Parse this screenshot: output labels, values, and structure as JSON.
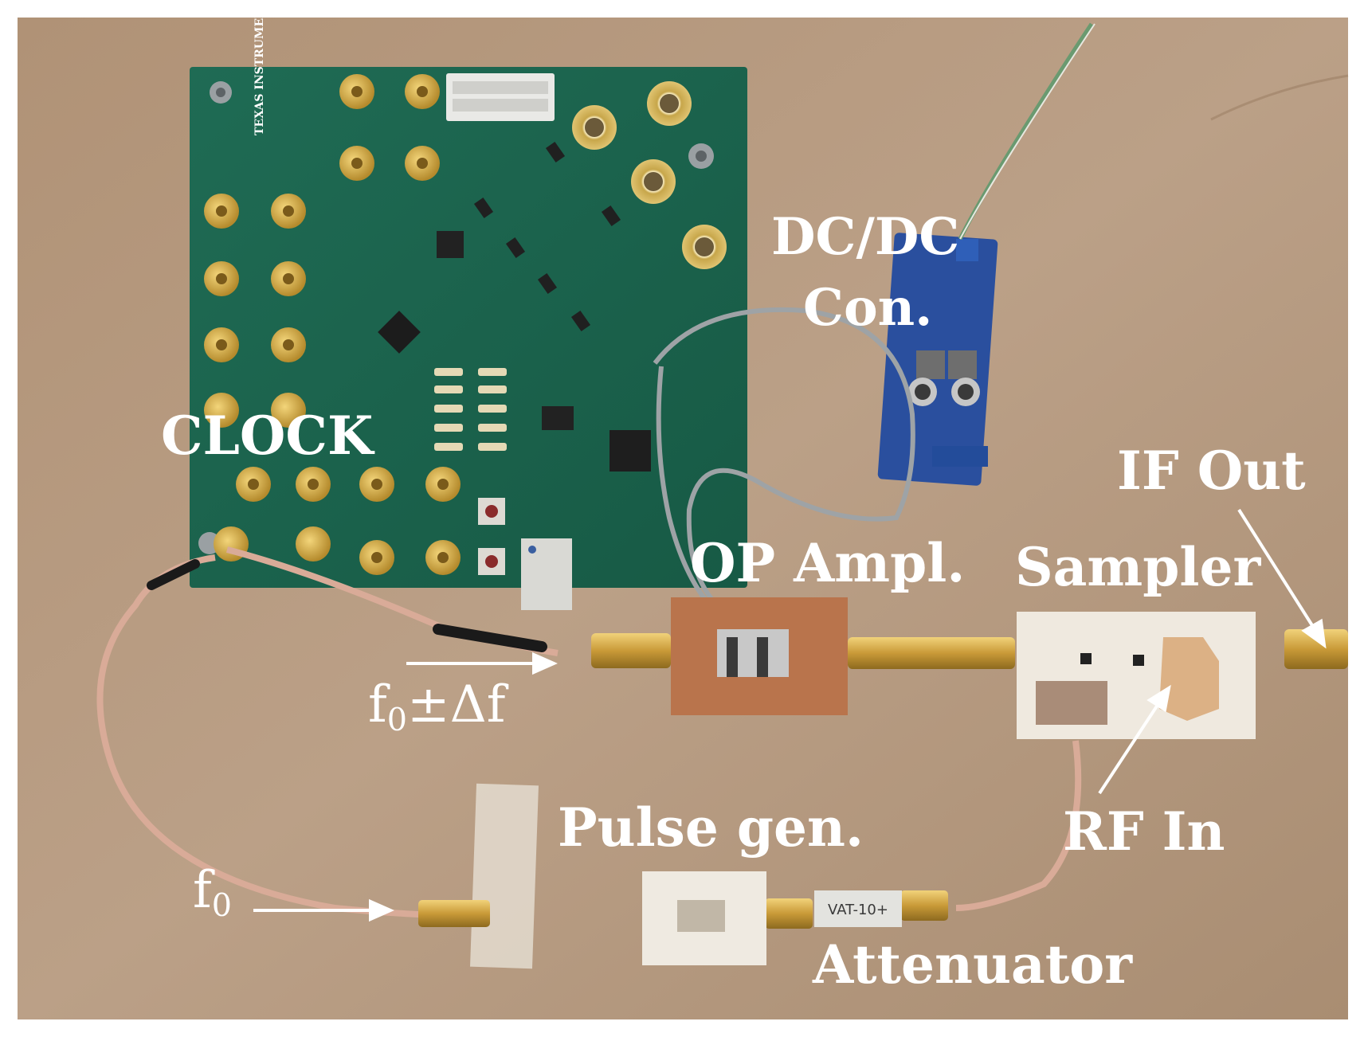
{
  "labels": {
    "dcdc_line1": "DC/DC",
    "dcdc_line2": "Con.",
    "clock": "CLOCK",
    "if_out": "IF Out",
    "op_ampl": "OP Ampl.",
    "sampler": "Sampler",
    "f0_delta_f": "±Δf",
    "f0_main": "f",
    "f0_sub": "0",
    "f0_delta_main": "f",
    "f0_delta_sub": "0",
    "pulse_gen": "Pulse gen.",
    "rf_in": "RF In",
    "attenuator": "Attenuator",
    "board_brand": "TEXAS INSTRUMENTS",
    "att_marking": "VAT-10+"
  },
  "colors": {
    "background": "#b59b7e",
    "pcb": "#1e6a52",
    "gold": "#d8b04a",
    "label": "#ffffff"
  }
}
